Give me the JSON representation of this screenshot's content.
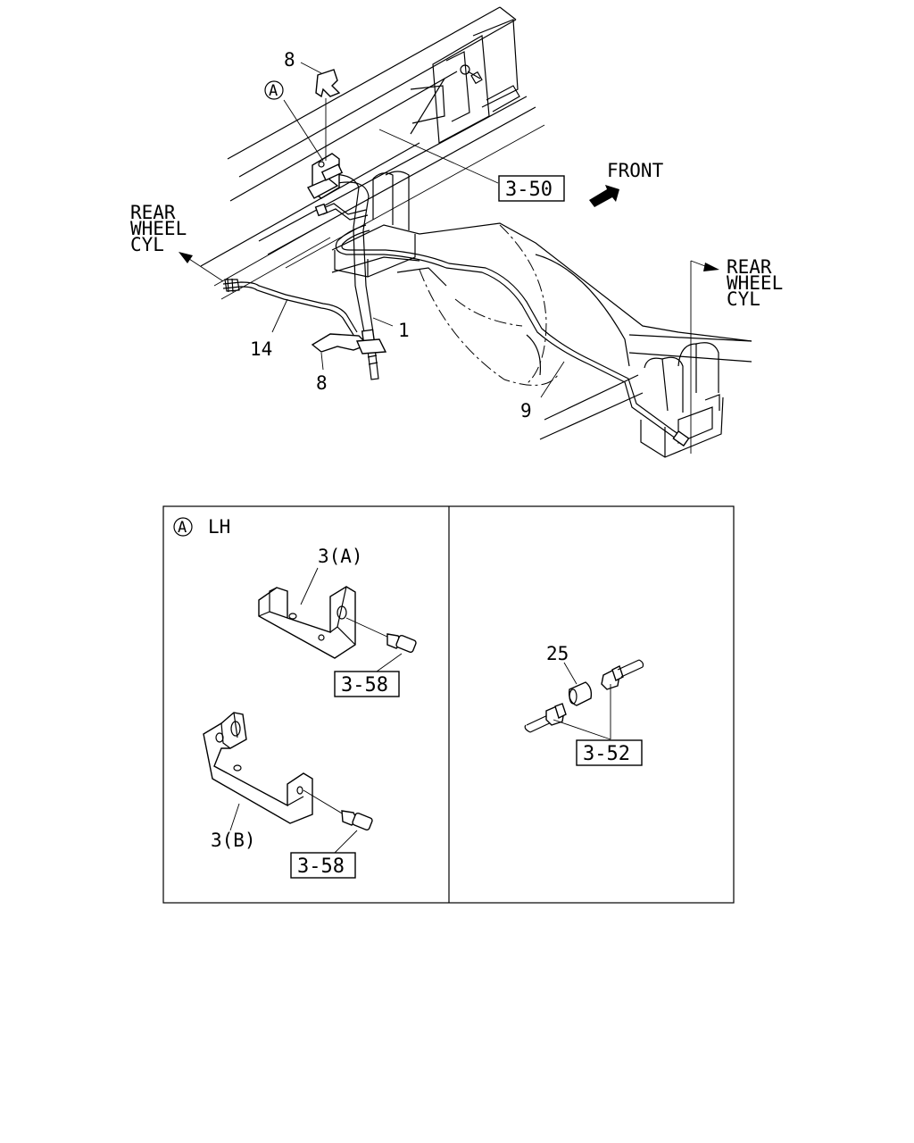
{
  "callouts": {
    "clip_top": "8",
    "clip_bottom": "8",
    "hose": "1",
    "pipe_left": "14",
    "pipe_right": "9",
    "detail_marker": "A"
  },
  "refs": {
    "frame": "3-50",
    "bolt_a": "3-58",
    "bolt_b": "3-58",
    "union": "3-52"
  },
  "direction": {
    "front": "FRONT",
    "left_target": [
      "REAR",
      "WHEEL",
      "CYL"
    ],
    "right_target": [
      "REAR",
      "WHEEL",
      "CYL"
    ]
  },
  "detail_left": {
    "marker": "A",
    "title": "LH",
    "bracket_a": "3(A)",
    "bracket_b": "3(B)"
  },
  "detail_right": {
    "union_part": "25"
  }
}
